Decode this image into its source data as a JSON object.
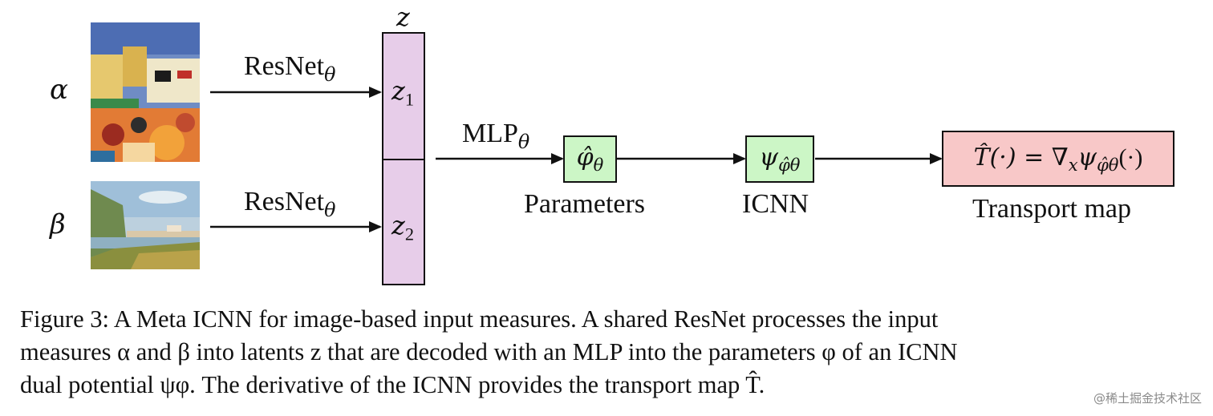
{
  "inputs": {
    "alpha_symbol": "α",
    "beta_symbol": "β"
  },
  "encoder": {
    "resnet_top_label": "ResNet",
    "resnet_bottom_label": "ResNet",
    "theta_sub": "θ"
  },
  "latent": {
    "title": "z",
    "z1_label": "z",
    "z1_sub": "1",
    "z2_label": "z",
    "z2_sub": "2"
  },
  "mlp": {
    "label": "MLP",
    "sub": "θ"
  },
  "parameters_box": {
    "symbol": "φ̂",
    "sub": "θ",
    "caption": "Parameters"
  },
  "icnn_box": {
    "symbol": "ψ",
    "sub": "φ̂θ",
    "caption": "ICNN"
  },
  "transport_box": {
    "formula_left": "T̂(·) = ∇",
    "formula_x": "x",
    "formula_psi": "ψ",
    "formula_sub": "φ̂θ",
    "formula_right": "(·)",
    "caption": "Transport map"
  },
  "figure_caption": {
    "line1": "Figure 3:  A Meta ICNN for image-based input measures.  A shared ResNet processes the input",
    "line2": "measures α and β into latents z that are decoded with an MLP into the parameters φ of an ICNN",
    "line3": "dual potential ψφ. The derivative of the ICNN provides the transport map T̂."
  },
  "watermark": "@稀土掘金技术社区",
  "colors": {
    "latent_fill": "#e7cde9",
    "green_fill": "#ccf6c6",
    "pink_fill": "#f8c8c8"
  }
}
